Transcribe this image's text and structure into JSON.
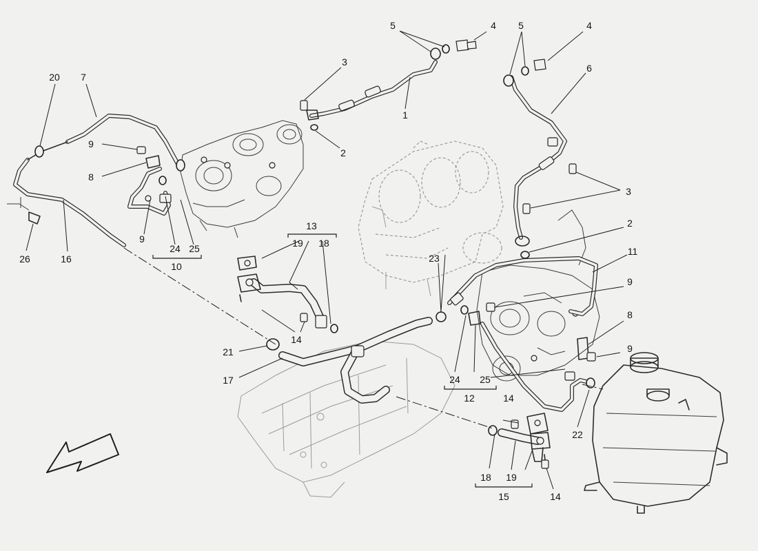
{
  "diagram": {
    "callouts": {
      "n1": "1",
      "n2a": "2",
      "n2b": "2",
      "n3a": "3",
      "n3b": "3",
      "n4a": "4",
      "n4b": "4",
      "n5a": "5",
      "n5b": "5",
      "n6": "6",
      "n7": "7",
      "n8a": "8",
      "n8b": "8",
      "n9a": "9",
      "n9b": "9",
      "n9c": "9",
      "n9d": "9",
      "n10": "10",
      "n11": "11",
      "n12": "12",
      "n13": "13",
      "n14a": "14",
      "n14b": "14",
      "n14c": "14",
      "n15": "15",
      "n16": "16",
      "n17": "17",
      "n18a": "18",
      "n18b": "18",
      "n19a": "19",
      "n19b": "19",
      "n20": "20",
      "n21": "21",
      "n22": "22",
      "n23": "23",
      "n24a": "24",
      "n24b": "24",
      "n25a": "25",
      "n25b": "25",
      "n26": "26"
    },
    "icons": {
      "direction": "front-direction-arrow-icon"
    },
    "colors": {
      "background": "#f1f1ef",
      "line": "#2a2a2a",
      "ghost": "#8a8a8a"
    }
  }
}
